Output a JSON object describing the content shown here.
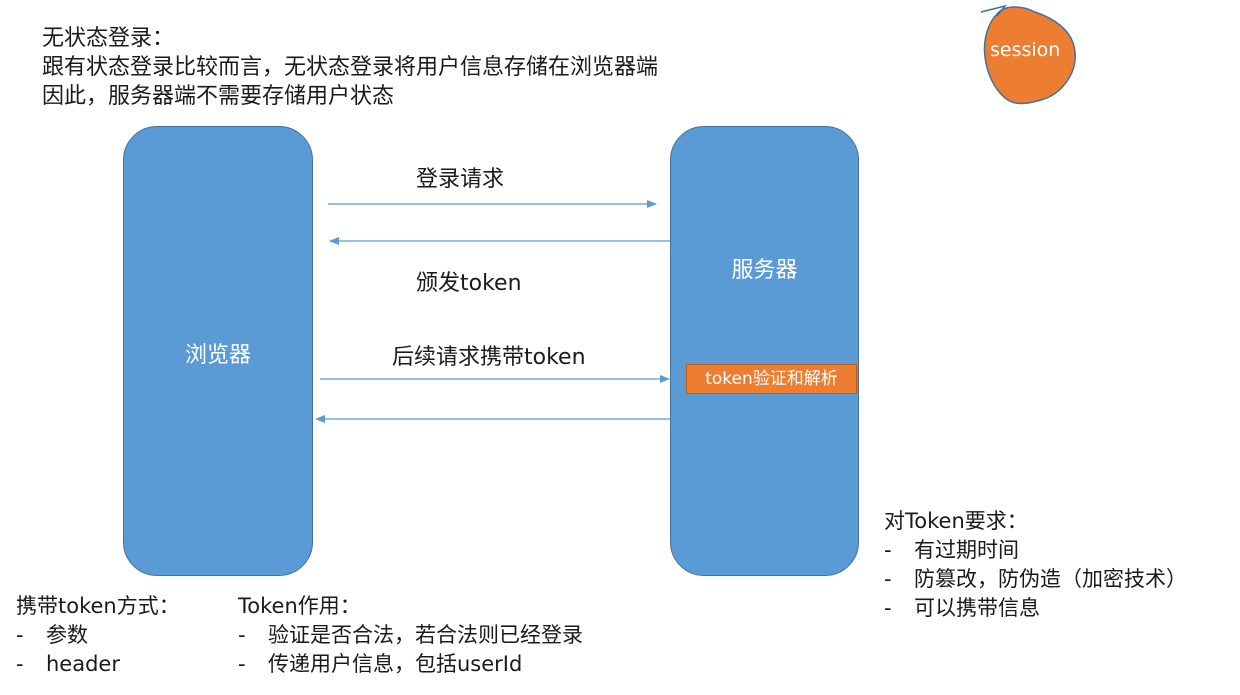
{
  "intro": {
    "line1": "无状态登录：",
    "line2": "跟有状态登录比较而言，无状态登录将用户信息存储在浏览器端",
    "line3": "因此，服务器端不需要存储用户状态"
  },
  "browser": {
    "label": "浏览器"
  },
  "server": {
    "label": "服务器"
  },
  "arrows": {
    "login_request": "登录请求",
    "issue_token": "颁发token",
    "subsequent_request": "后续请求携带token"
  },
  "verify_tag": "token验证和解析",
  "session_label": "session",
  "carry_methods": {
    "title": "携带token方式：",
    "items": [
      "参数",
      "header"
    ]
  },
  "token_role": {
    "title": "Token作用：",
    "items": [
      "验证是否合法，若合法则已经登录",
      "传递用户信息，包括userId"
    ]
  },
  "token_requirements": {
    "title": "对Token要求：",
    "items": [
      "有过期时间",
      "防篡改，防伪造（加密技术）",
      "可以携带信息"
    ]
  },
  "colors": {
    "box_fill": "#5b9bd5",
    "accent_orange": "#ed7d31",
    "arrow": "#5b9bd5"
  }
}
